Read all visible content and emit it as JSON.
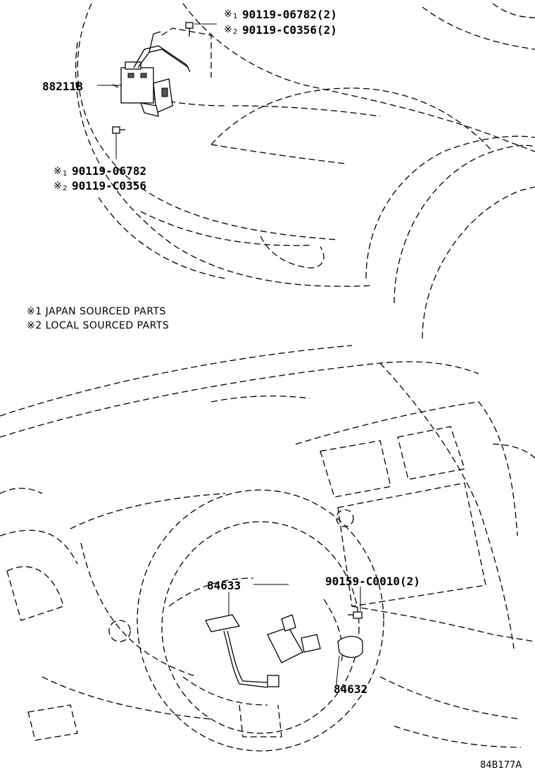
{
  "top_view": {
    "callouts": {
      "bolt_top_line1": "90119-06782(2)",
      "bolt_top_line2": "90119-C0356(2)",
      "module": "88211B",
      "bolt_bottom_line1": "90119-06782",
      "bolt_bottom_line2": "90119-C0356"
    },
    "marks": {
      "symbol": "※",
      "one": "1",
      "two": "2"
    },
    "notes": {
      "note1": "※1 JAPAN SOURCED PARTS",
      "note2": "※2 LOCAL SOURCED PARTS"
    }
  },
  "bottom_view": {
    "callouts": {
      "switch_left": "84633",
      "screw": "90159-C0010(2)",
      "switch_right": "84632"
    }
  },
  "figure_code": "84B177A",
  "colors": {
    "line": "#000000",
    "background": "#ffffff"
  }
}
